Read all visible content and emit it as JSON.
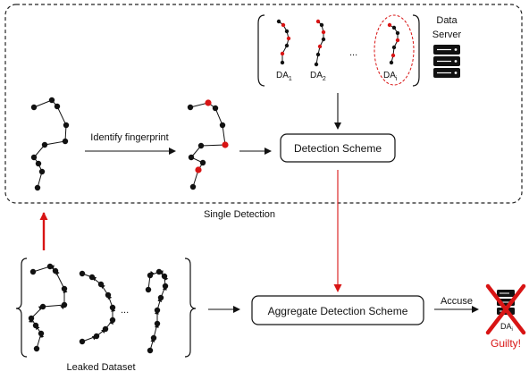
{
  "diagram": {
    "data_server_label_line1": "Data",
    "data_server_label_line2": "Server",
    "traj_labels": [
      "DA",
      "DA",
      "DA"
    ],
    "traj_subscripts": [
      "1",
      "2",
      "i"
    ],
    "ellipsis": "...",
    "identify_label": "Identify fingerprint",
    "detection_scheme_label": "Detection Scheme",
    "single_detection_label": "Single Detection",
    "aggregate_label": "Aggregate Detection Scheme",
    "accuse_label": "Accuse",
    "accused_label": "DA",
    "accused_subscript": "i",
    "guilty_label": "Guilty!",
    "leaked_dataset_label": "Leaked Dataset"
  },
  "colors": {
    "accent_red": "#d81414",
    "line": "#111111"
  }
}
